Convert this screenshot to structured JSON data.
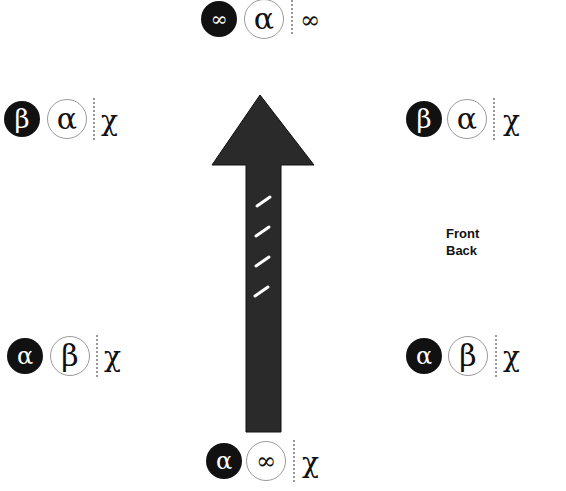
{
  "diagram": {
    "nodes": [
      {
        "text": [
          "∞"
        ]
      },
      {
        "text": [
          "α"
        ]
      },
      {
        "text": [
          "β"
        ]
      },
      {
        "text": [
          "α"
        ]
      },
      {
        "text": [
          "β"
        ]
      },
      {
        "text": [
          "α"
        ]
      },
      {
        "text": [
          "α"
        ]
      },
      {
        "text": [
          "β"
        ]
      },
      {
        "text": [
          "α"
        ]
      },
      {
        "text": [
          "β"
        ]
      },
      {
        "text": [
          "α"
        ]
      },
      {
        "text": [
          "∞"
        ]
      }
    ],
    "labels": [
      "∞",
      "χ",
      "χ",
      "Front",
      "Back",
      "χ",
      "χ",
      "χ"
    ]
  }
}
